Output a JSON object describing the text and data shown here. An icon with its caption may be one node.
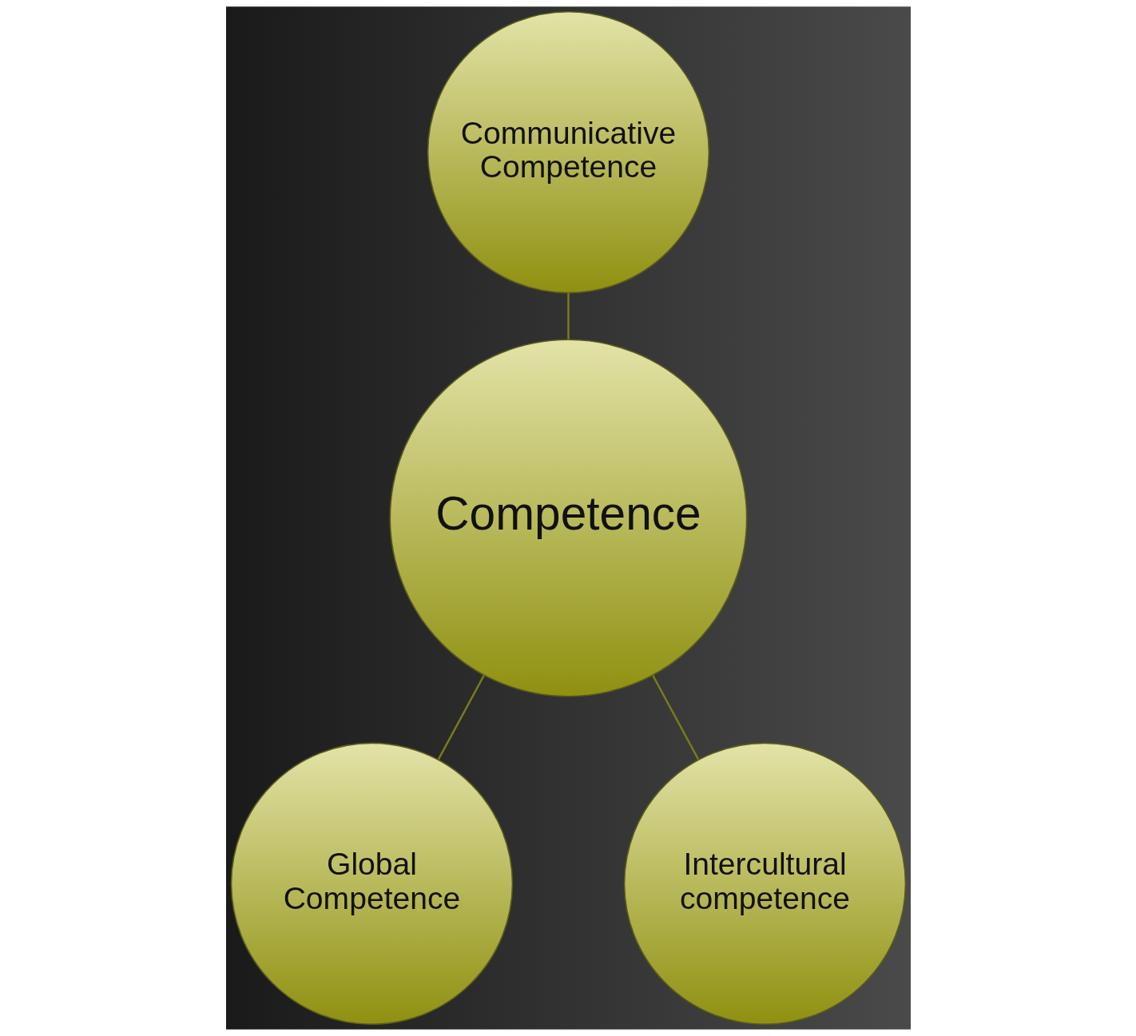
{
  "diagram": {
    "nodes": [
      {
        "text": [
          "Communicative Competence"
        ]
      },
      {
        "text": [
          "Competence"
        ]
      },
      {
        "text": [
          "Global Competence"
        ]
      },
      {
        "text": [
          "Intercultural competence"
        ]
      }
    ],
    "edges": [
      {
        "from": 0,
        "to": 1,
        "arrow": "none"
      },
      {
        "from": 1,
        "to": 2,
        "arrow": "none"
      },
      {
        "from": 1,
        "to": 3,
        "arrow": "none"
      }
    ]
  }
}
